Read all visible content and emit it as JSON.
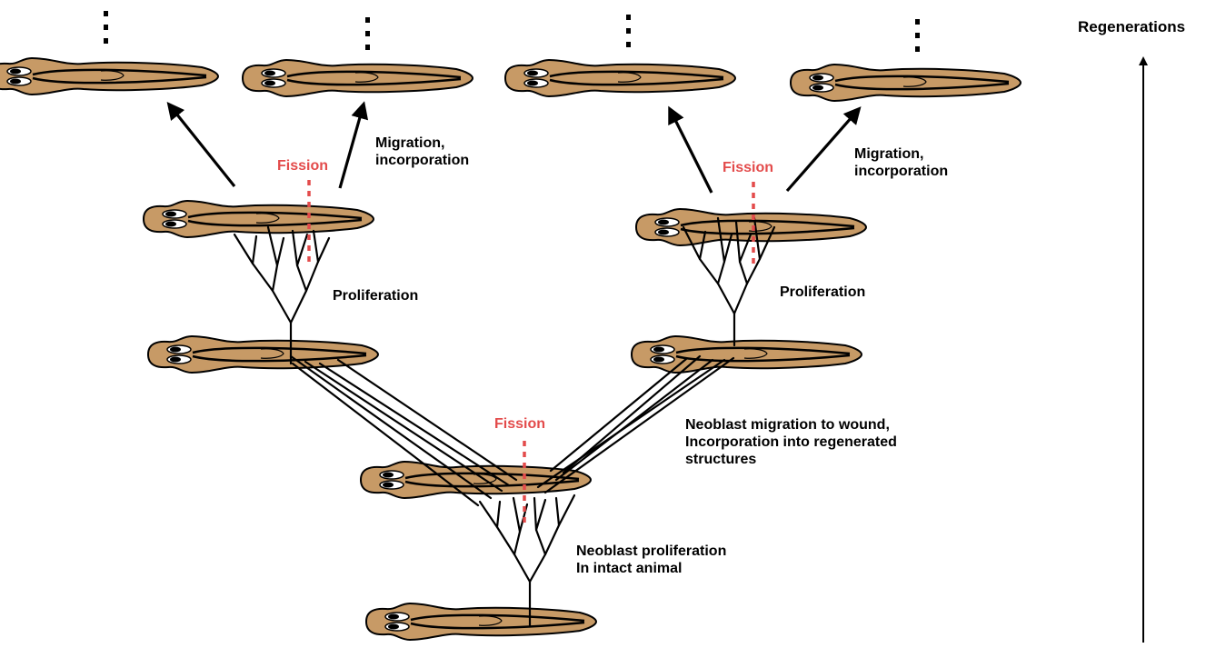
{
  "labels": {
    "regenerations": "Regenerations",
    "migration_left": [
      "Migration,",
      "incorporation"
    ],
    "migration_right": [
      "Migration,",
      "incorporation"
    ],
    "proliferation_left": "Proliferation",
    "proliferation_right": "Proliferation",
    "neoblast_migration": [
      "Neoblast migration to wound,",
      "Incorporation into regenerated",
      "structures"
    ],
    "neoblast_proliferation": [
      "Neoblast proliferation",
      "In intact animal"
    ],
    "fission": "Fission"
  },
  "colors": {
    "body": "#c79a66",
    "fission": "#e34b4b"
  }
}
